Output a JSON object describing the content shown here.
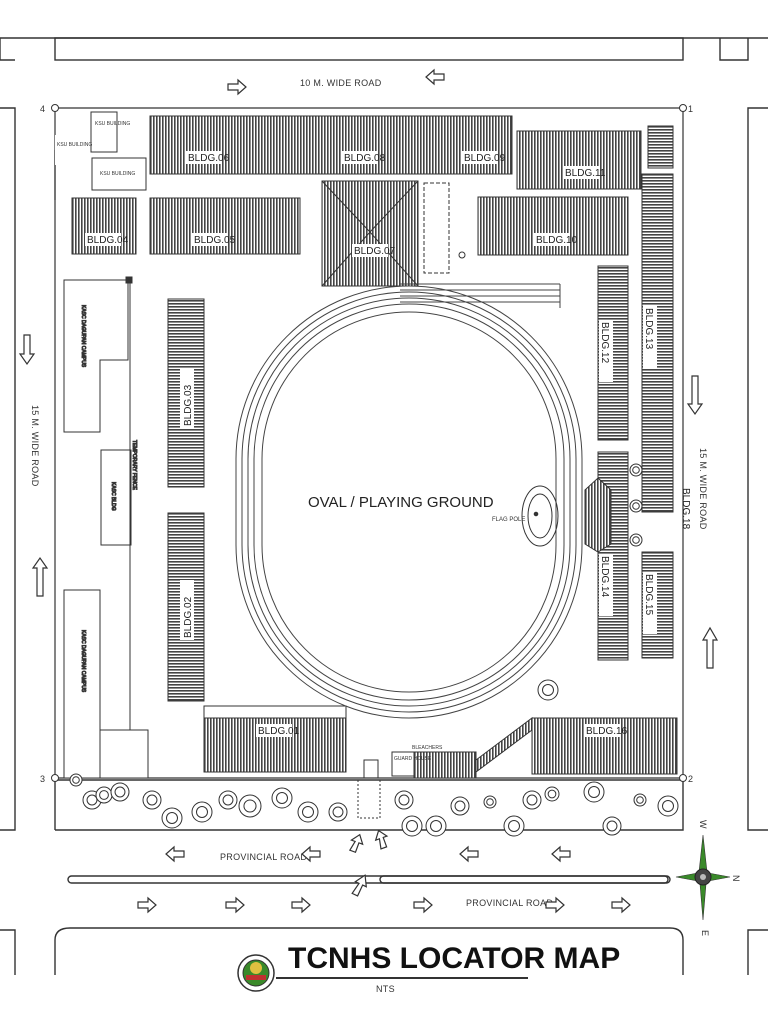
{
  "map": {
    "title": "TCNHS LOCATOR MAP",
    "scale_note": "NTS",
    "roads": {
      "north": "10 M. WIDE ROAD",
      "west": "15 M. WIDE ROAD",
      "east": "15 M. WIDE ROAD",
      "south_upper": "PROVINCIAL ROAD",
      "south_lower": "PROVINCIAL ROAD"
    },
    "field_label": "OVAL / PLAYING GROUND",
    "flag_pole": "FLAG POLE",
    "corners": {
      "c1": "1",
      "c2": "2",
      "c3": "3",
      "c4": "4"
    },
    "buildings": {
      "b01": "BLDG.01",
      "b02": "BLDG.02",
      "b03": "BLDG.03",
      "b04": "BLDG.04",
      "b05": "BLDG.05",
      "b06": "BLDG.06",
      "b07": "BLDG.07",
      "b08": "BLDG.08",
      "b09": "BLDG.09",
      "b10": "BLDG.10",
      "b11": "BLDG.11",
      "b12": "BLDG.12",
      "b13": "BLDG.13",
      "b14": "BLDG.14",
      "b15": "BLDG.15",
      "b16": "BLDG.16",
      "b18": "BLDG.18"
    },
    "annexes": {
      "ksu1": "KSU BUILDING",
      "ksu2": "KSU BUILDING",
      "ksu3": "KSU BUILDING",
      "kasc_campus_1": "KASC DAGUPAN CAMPUS",
      "kasc_campus_2": "KASC DAGUPAN CAMPUS",
      "kasc_bldg": "KASC BLDG",
      "temp_fence": "TEMPORARY FENCE",
      "bleachers": "BLEACHERS",
      "guard_house": "GUARD HOUSE"
    },
    "compass": {
      "north": "N",
      "east": "E",
      "west": "W"
    },
    "colors": {
      "line": "#333333",
      "hatch": "#555555",
      "compass_green": "#3a8a2a"
    }
  }
}
